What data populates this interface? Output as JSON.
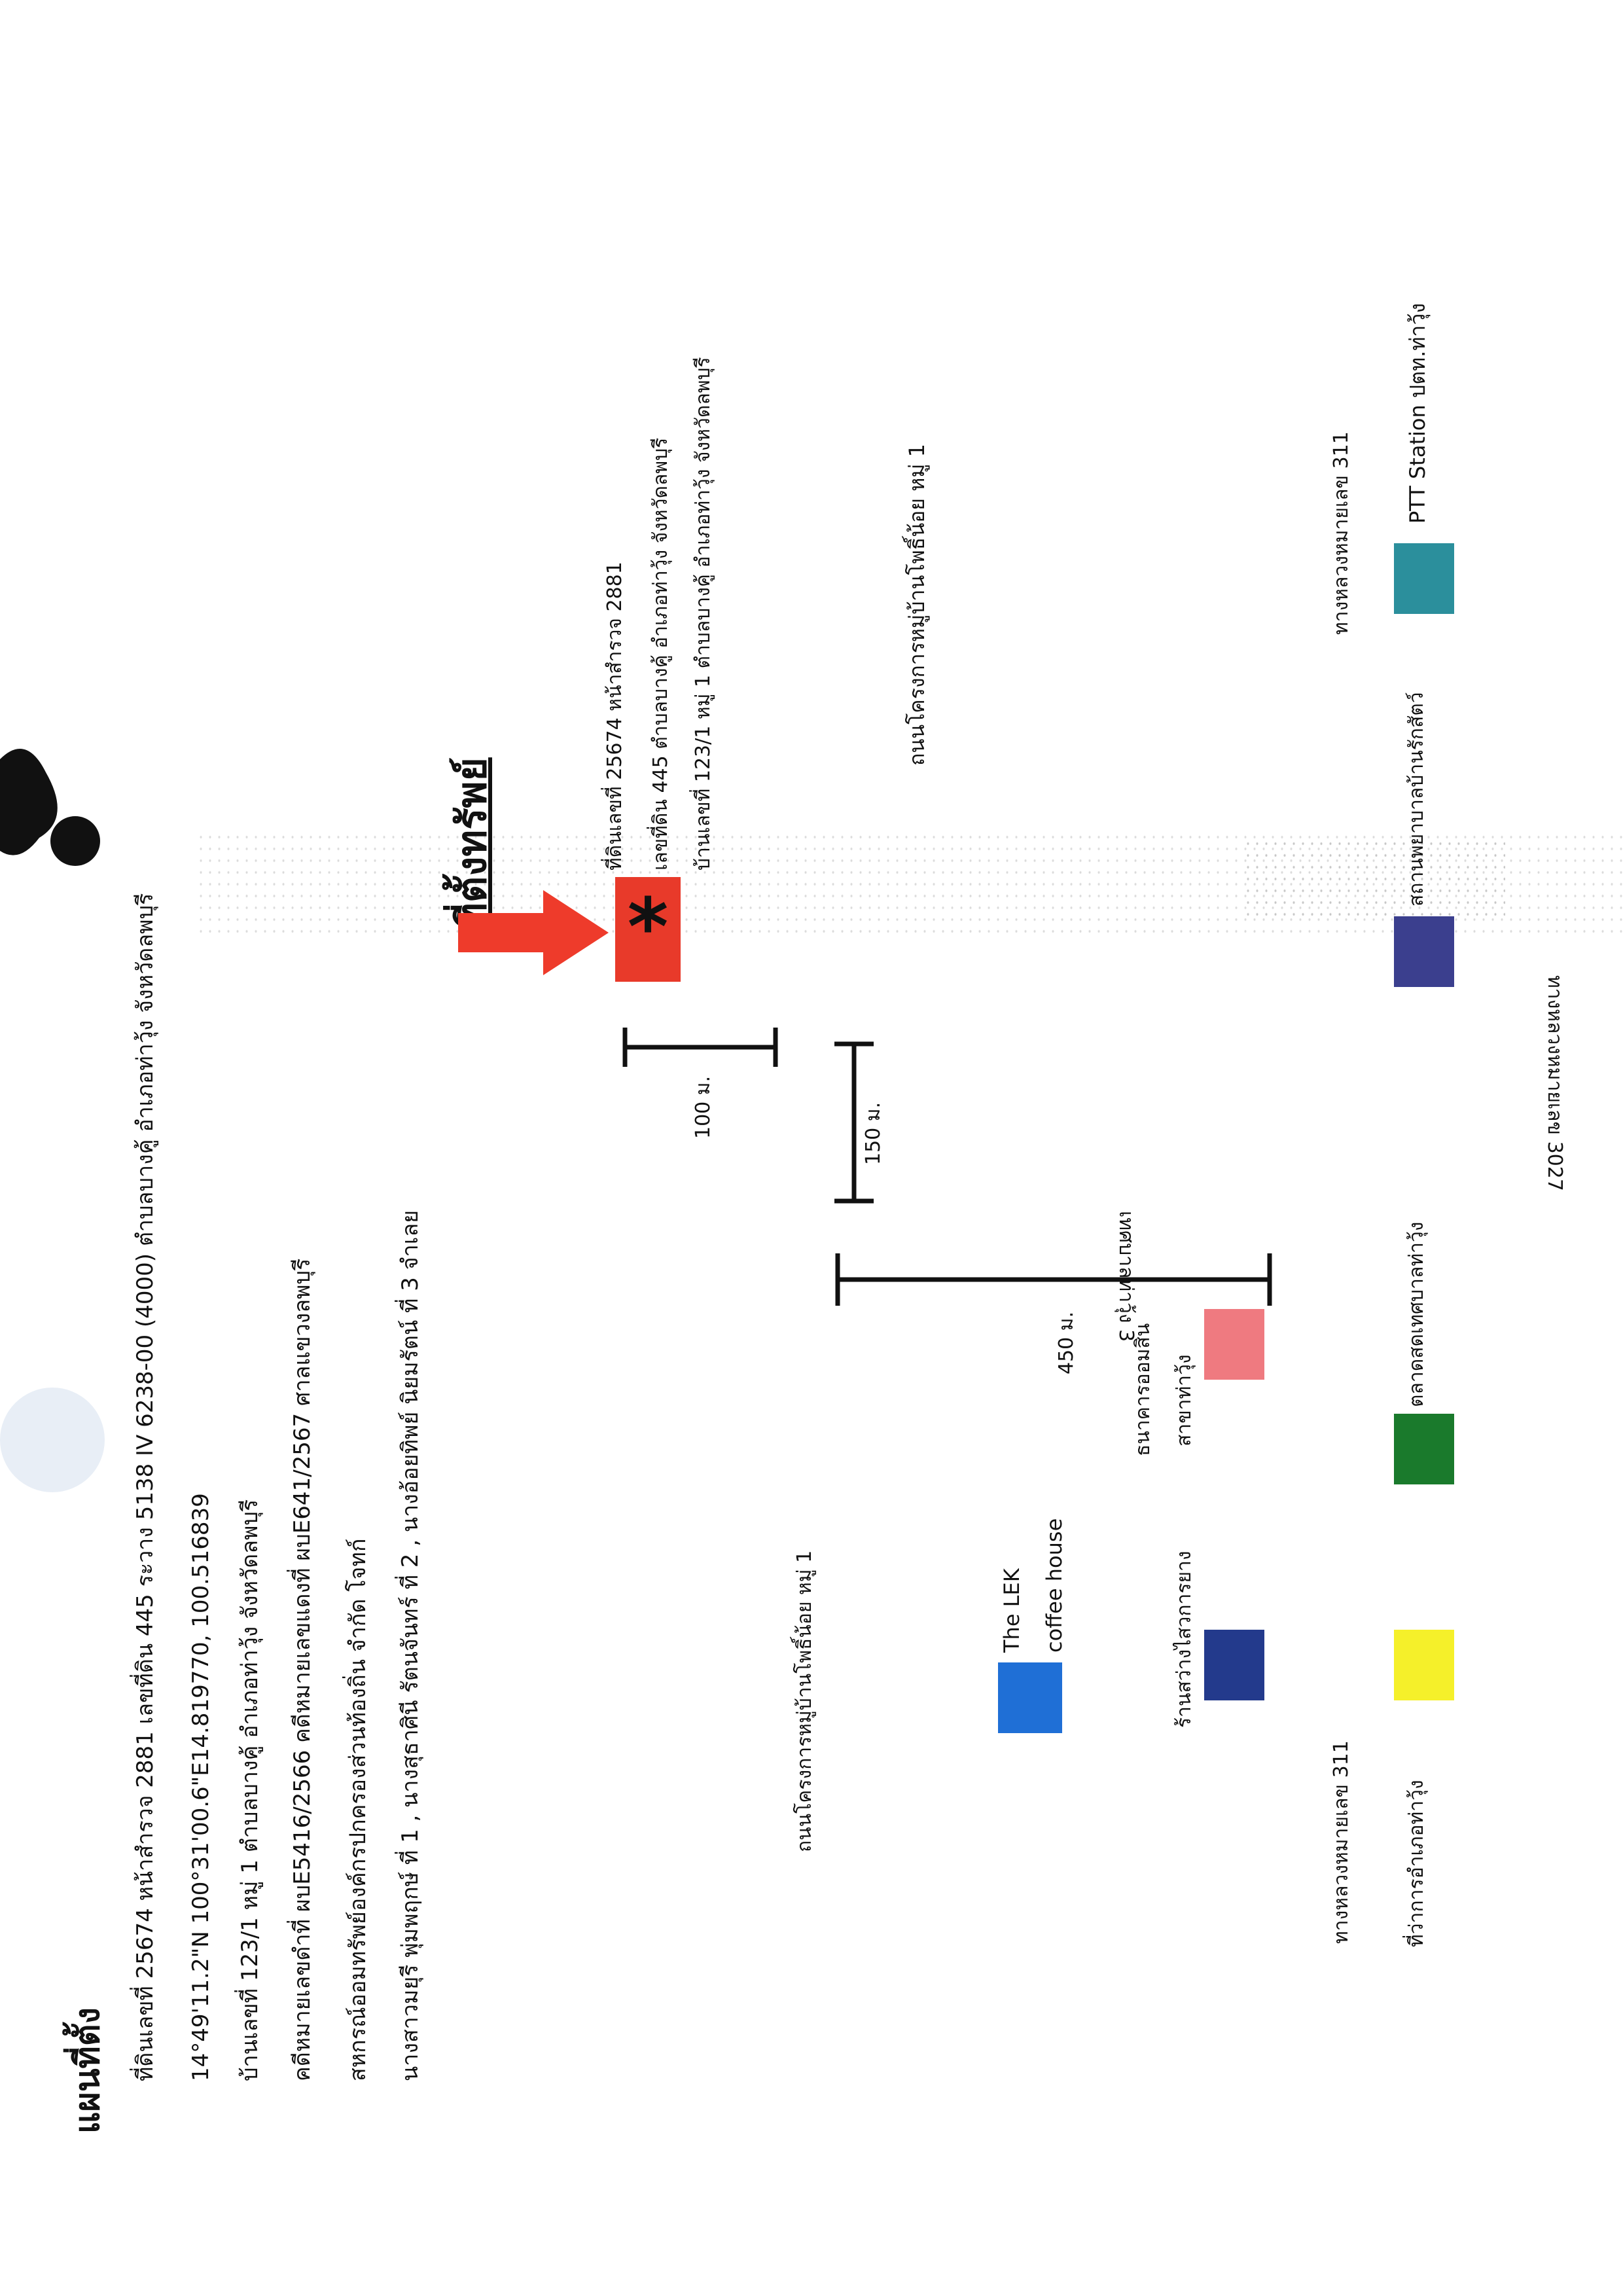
{
  "header": {
    "title": "แผนที่ตั้ง",
    "lines": [
      "ที่ดินเลขที่ 25674 หน้าสำรวจ 2881 เลขที่ดิน 445 ระวาง 5138 IV 6238-00 (4000) ตำบลบางคู้ อำเภอท่าวุ้ง จังหวัดลพบุรี",
      "14°49'11.2\"N 100°31'00.6\"E14.819770, 100.516839",
      "บ้านเลขที่ 123/1 หมู่ 1 ตำบลบางคู้ อำเภอท่าวุ้ง จังหวัดลพบุรี",
      "คดีหมายเลขดำที่ ผบE5416/2566 คดีหมายเลขแดงที่ ผบE641/2567 ศาลแขวงลพบุรี",
      "สหกรณ์ออมทรัพย์องค์กรปกครองส่วนท้องถิ่น จำกัด โจทก์",
      "นางสาวมยุรี พุ่มพฤกษ์ ที่ 1 , นางสุธาศินี รัตนจันทร์ ที่ 2 , นางอ้อยทิพย์ นิยมรัตน์ ที่ 3 จำเลย"
    ]
  },
  "property": {
    "title": "ที่ตั้งทรัพย์",
    "star": "*",
    "lines": [
      "ที่ดินเลขที่ 25674 หน้าสำรวจ 2881",
      "เลขที่ดิน 445 ตำบลบางคู้ อำเภอท่าวุ้ง จังหวัดลพบุรี",
      "บ้านเลขที่ 123/1 หมู่ 1 ตำบลบางคู้ อำเภอท่าวุ้ง จังหวัดลพบุรี"
    ]
  },
  "distances": {
    "d100": "100 ม.",
    "d150": "150 ม.",
    "d450": "450 ม."
  },
  "roads": {
    "village_road_top": "ถนนโครงการหมู่บ้านโพธิ์น้อย หมู่ 1",
    "village_road_bottom": "ถนนโครงการหมู่บ้านโพธิ์น้อย หมู่ 1",
    "highway_311_top": "ทางหลวงหมายเลข 311",
    "highway_311_bottom": "ทางหลวงหมายเลข 311",
    "highway_3027": "ทางหลวงหมายเลข 3027",
    "municipal_road_3": "เทศบาลท่าวุ้ง 3"
  },
  "landmarks": {
    "ptt": {
      "label": "PTT Station ปตท.ท่าวุ้ง",
      "color": "#2b8f9c"
    },
    "animal_hospital": {
      "label": "สถานพยาบาลบ้านรักสัตว์",
      "color": "#3b3f8e"
    },
    "market": {
      "label": "ตลาดสดเทศบาลท่าวุ้ง",
      "color": "#1a7a2c"
    },
    "district_office": {
      "label": "ที่ว่าการอำเภอท่าวุ้ง",
      "color": "#f5f02a"
    },
    "bank": {
      "label_1": "ธนาคารออมสิน",
      "label_2": "สาขาท่าวุ้ง",
      "color": "#ef7a80"
    },
    "rubber_shop": {
      "label": "ร้านสว่างไสวการยาง",
      "color": "#233a8c"
    },
    "lek": {
      "label_1": "The LEK",
      "label_2": "coffee house",
      "color": "#1f6fd6"
    },
    "property_marker": {
      "color": "#e83a2a"
    }
  }
}
